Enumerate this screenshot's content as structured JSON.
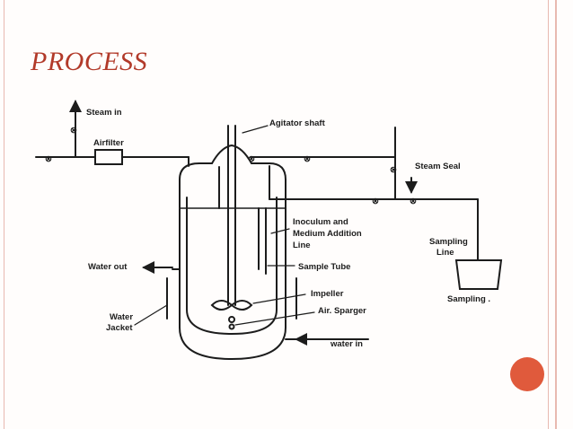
{
  "slide": {
    "title": "PROCESS",
    "colors": {
      "background": "#fffdfc",
      "border": "#e8b9b0",
      "title": "#b23a2a",
      "badge": "#e05a3c",
      "ink": "#1c1c1c"
    }
  },
  "diagram": {
    "labels": {
      "steam_in": "Steam in",
      "airfilter": "Airfilter",
      "agitator_shaft": "Agitator shaft",
      "steam_seal": "Steam Seal",
      "inoculum_1": "Inoculum and",
      "inoculum_2": "Medium Addition",
      "inoculum_3": "Line",
      "sampling_line_1": "Sampling",
      "sampling_line_2": "Line",
      "water_out": "Water out",
      "sample_tube": "Sample Tube",
      "impeller": "Impeller",
      "air_sparger": "Air. Sparger",
      "water_jacket_1": "Water",
      "water_jacket_2": "Jacket",
      "water_in": "water in",
      "sampling": "Sampling .",
      "valve_symbol": "⊗"
    }
  }
}
